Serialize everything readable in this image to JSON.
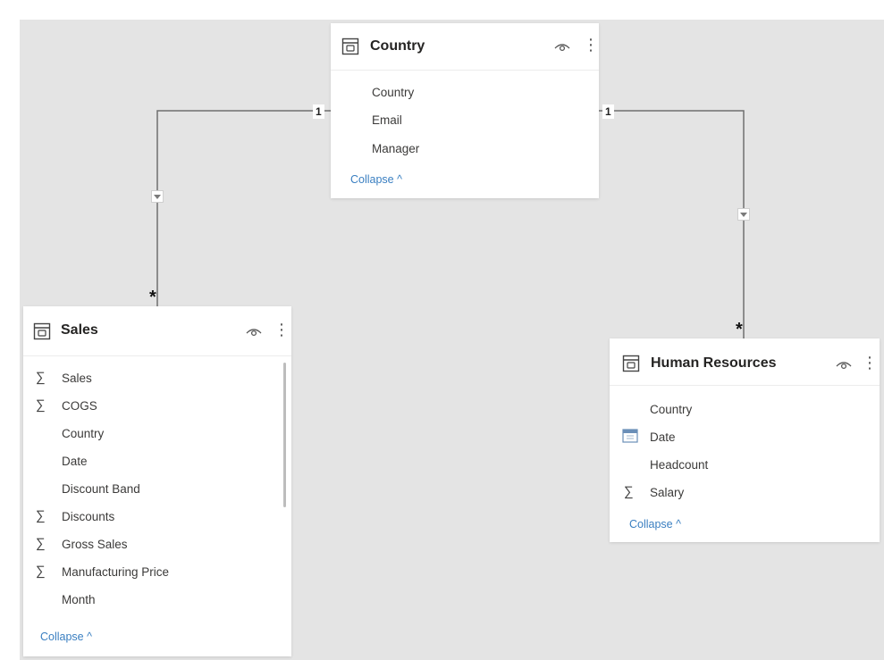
{
  "tables": {
    "country": {
      "title": "Country",
      "fields": [
        {
          "label": "Country",
          "icon": ""
        },
        {
          "label": "Email",
          "icon": ""
        },
        {
          "label": "Manager",
          "icon": ""
        }
      ],
      "collapse_label": "Collapse ^"
    },
    "sales": {
      "title": "Sales",
      "fields": [
        {
          "label": "Sales",
          "icon": "sigma-icon"
        },
        {
          "label": "COGS",
          "icon": "sigma-icon"
        },
        {
          "label": "Country",
          "icon": ""
        },
        {
          "label": "Date",
          "icon": ""
        },
        {
          "label": "Discount Band",
          "icon": ""
        },
        {
          "label": "Discounts",
          "icon": "sigma-icon"
        },
        {
          "label": "Gross Sales",
          "icon": "sigma-icon"
        },
        {
          "label": "Manufacturing Price",
          "icon": "sigma-icon"
        },
        {
          "label": "Month",
          "icon": ""
        }
      ],
      "collapse_label": "Collapse ^"
    },
    "hr": {
      "title": "Human Resources",
      "fields": [
        {
          "label": "Country",
          "icon": ""
        },
        {
          "label": "Date",
          "icon": "calendar-icon"
        },
        {
          "label": "Headcount",
          "icon": ""
        },
        {
          "label": "Salary",
          "icon": "sigma-icon"
        }
      ],
      "collapse_label": "Collapse ^"
    }
  },
  "relationships": [
    {
      "from": "Country",
      "to": "Sales",
      "one_label": "1",
      "many_label": "*"
    },
    {
      "from": "Country",
      "to": "Human Resources",
      "one_label": "1",
      "many_label": "*"
    }
  ],
  "colors": {
    "canvas": "#e4e4e4",
    "link": "#3a7fc1",
    "line": "#6e6e6e"
  }
}
